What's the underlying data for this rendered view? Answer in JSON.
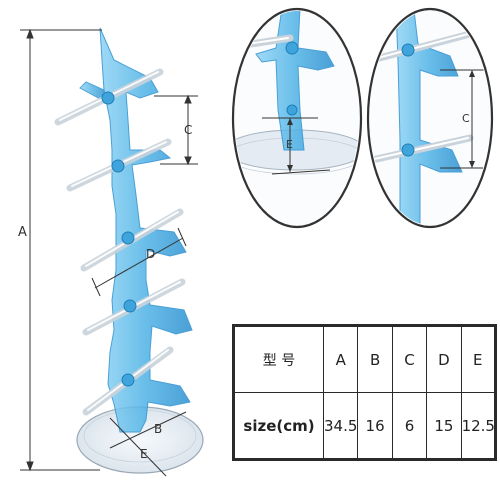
{
  "diagram": {
    "dimension_letters": {
      "a": "A",
      "b": "B",
      "c": "C",
      "d": "D",
      "e": "E"
    }
  },
  "spec_table": {
    "header": {
      "label": "型 号",
      "cells": [
        "A",
        "B",
        "C",
        "D",
        "E"
      ]
    },
    "size_row": {
      "label": "size(cm)",
      "cells": [
        "34.5",
        "16",
        "6",
        "15",
        "12.5"
      ]
    }
  },
  "colors": {
    "acrylic_blue": "#4fb3e6",
    "acrylic_blue_dark": "#2b8fcf",
    "base_clear": "#e8eef4",
    "line": "#333333"
  }
}
